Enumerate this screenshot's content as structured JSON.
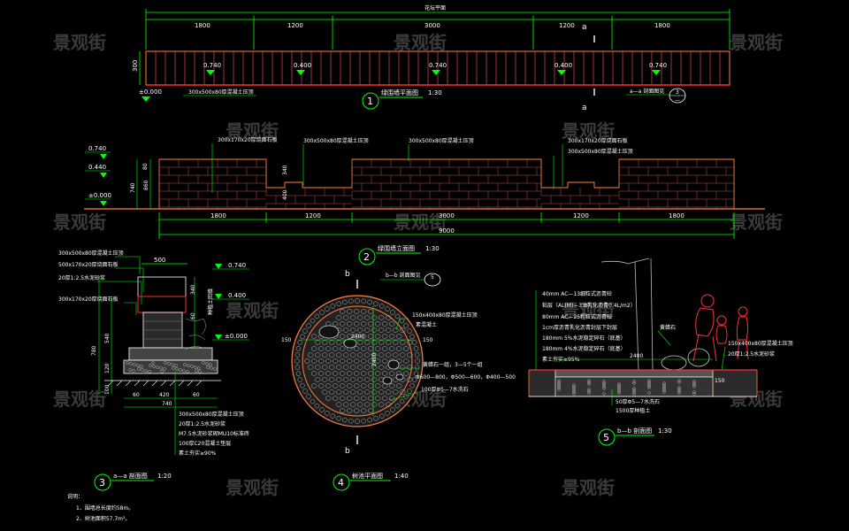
{
  "watermark": "景观街",
  "plan": {
    "dims": [
      "1800",
      "1200",
      "3000",
      "1200",
      "1800"
    ],
    "total_top": "花坛平面",
    "levels": [
      "0.740",
      "0.400",
      "0.740",
      "0.400",
      "0.740"
    ],
    "base": "±0.000",
    "height_label": "300",
    "paver_note": "300x500x80厚混凝土压顶",
    "section_mark": "a",
    "section_note": "a—a 剖面图见",
    "ref_top": "3",
    "ref_bot": "—",
    "title_num": "1",
    "title": "绿围墙平面图",
    "scale": "1:30"
  },
  "elevation": {
    "levels": [
      "0.740",
      "0.440",
      "±0.000"
    ],
    "left_dims": [
      "740",
      "80",
      "860"
    ],
    "inner_dims": [
      "340",
      "400"
    ],
    "callouts": [
      "300x170x20厚烧面石板",
      "300x500x80厚混凝土压顶",
      "300x500x80厚混凝土压顶",
      "300x170x20厚烧面石板",
      "300x500x80厚混凝土压顶"
    ],
    "dims": [
      "1800",
      "1200",
      "3000",
      "1200",
      "1800"
    ],
    "total": "9000",
    "title_num": "2",
    "title": "绿围墙立面图",
    "scale": "1:30"
  },
  "section_a": {
    "callouts_left": [
      "300x500x80厚混凝土压顶",
      "500x170x20厚烧面石板",
      "20厚1:2.5水泥砂浆",
      "300x170x20厚烧面石板"
    ],
    "top_dim": "500",
    "levels": [
      "0.740",
      "0.400",
      "±0.000"
    ],
    "right_dims": [
      "340",
      "60"
    ],
    "right_note": "种植土回填",
    "left_dims": [
      "780",
      "540",
      "120",
      "100"
    ],
    "bottom_dims": [
      "60",
      "420",
      "60"
    ],
    "bottom_total": "740",
    "callouts_bottom": [
      "300x500x80厚混凝土压顶",
      "20厚1:2.5水泥砂浆",
      "M7.5水泥砂浆砌MU10标准砖",
      "100厚C20混凝土垫层",
      "素土夯实≥90%"
    ],
    "title_num": "3",
    "title": "a—a 剖面图",
    "scale": "1:20"
  },
  "pond": {
    "mark": "b",
    "ref_note": "b—b 剖面图见",
    "ref": "5",
    "callout_top": "150x400x80厚混凝土压顶",
    "callout_top2": "素混凝土",
    "dims": [
      "150",
      "2400",
      "150"
    ],
    "v_dim": "2400",
    "callout_right": [
      "黄蜡石一组，3—5个一组",
      "Φ600—800，Φ500—600，Φ400—500"
    ],
    "callout_right2": "100厚Φ5—7水洗石",
    "title_num": "4",
    "title": "树池平面图",
    "scale": "1:40"
  },
  "section_b": {
    "layers": [
      "40mm  AC—13细粒式沥青砼",
      "粘层（AL(M)—3油乳化沥青0.4L/m2）",
      "80mm  AC—25粗粒式沥青砼",
      "1cm厚沥青乳化沥青封层下封层",
      "180mm  5%水泥稳定碎石（底基）",
      "180mm  4%水泥稳定碎石（底基）",
      "素土夯实≥95%"
    ],
    "stone_note": "黄蜡石",
    "right_callouts": [
      "150x400x80厚混凝土压顶",
      "20厚1:2.5水泥砂浆"
    ],
    "dim": "2400",
    "right_dim": "150",
    "bottom": [
      "50厚Φ5—7水洗石",
      "1500厚种植土"
    ],
    "title_num": "5",
    "title": "b—b 剖面图",
    "scale": "1:30"
  },
  "notes": {
    "heading": "说明：",
    "items": [
      "1、围墙总长度约58m。",
      "2、树池面积57.7m²。"
    ]
  },
  "colors": {
    "green": "#00ff00",
    "red": "#ff3030",
    "white": "#ffffff",
    "orange": "#ff8040"
  }
}
